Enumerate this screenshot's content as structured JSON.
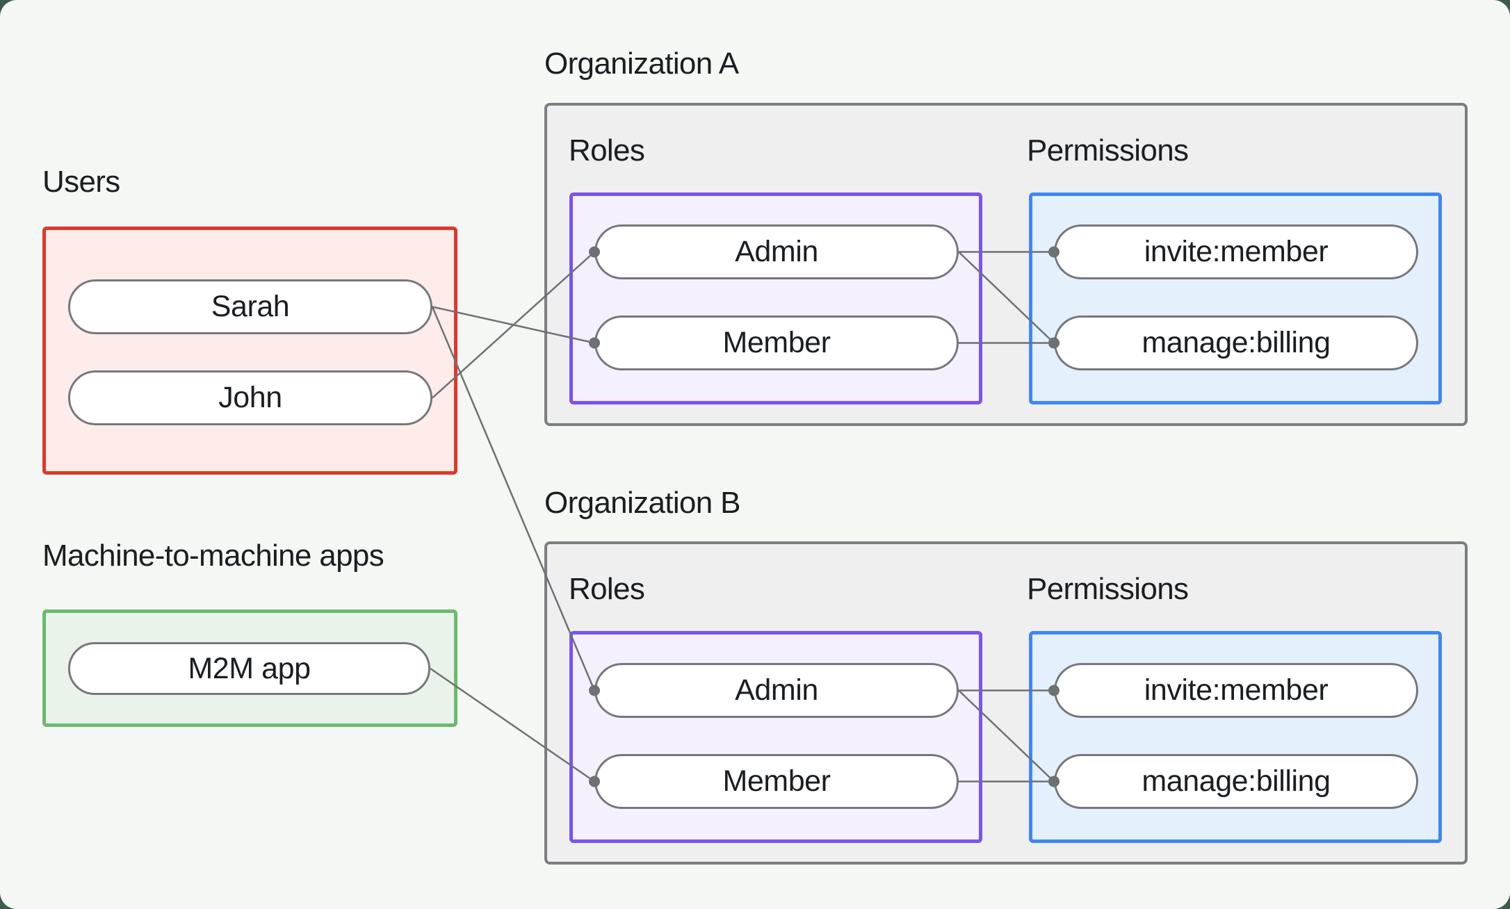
{
  "colors": {
    "frame": "#3e5a4b",
    "page_bg": "#f5f7f4",
    "text": "#1b1e21",
    "org_box_bg": "#efeff0",
    "org_box_border": "#7b7d80",
    "pill_bg": "#ffffff",
    "pill_border": "#75777a",
    "users_border": "#e0372b",
    "users_bg": "#fdecea",
    "m2m_border": "#6cb96f",
    "m2m_bg": "#e9f3e9",
    "roles_border": "#7a52f5",
    "roles_bg": "#f5f0fd",
    "permissions_border": "#3f86f6",
    "permissions_bg": "#e4f0fc",
    "connector": "#6e7174"
  },
  "users_panel": {
    "title": "Users",
    "items": [
      {
        "id": "user-sarah",
        "label": "Sarah"
      },
      {
        "id": "user-john",
        "label": "John"
      }
    ]
  },
  "m2m_panel": {
    "title": "Machine-to-machine apps",
    "items": [
      {
        "id": "m2m-app",
        "label": "M2M app"
      }
    ]
  },
  "organizations": [
    {
      "title": "Organization A",
      "roles_label": "Roles",
      "permissions_label": "Permissions",
      "roles": [
        {
          "id": "org-a-role-admin",
          "label": "Admin"
        },
        {
          "id": "org-a-role-member",
          "label": "Member"
        }
      ],
      "permissions": [
        {
          "id": "org-a-perm-invite",
          "label": "invite:member"
        },
        {
          "id": "org-a-perm-billing",
          "label": "manage:billing"
        }
      ]
    },
    {
      "title": "Organization B",
      "roles_label": "Roles",
      "permissions_label": "Permissions",
      "roles": [
        {
          "id": "org-b-role-admin",
          "label": "Admin"
        },
        {
          "id": "org-b-role-member",
          "label": "Member"
        }
      ],
      "permissions": [
        {
          "id": "org-b-perm-invite",
          "label": "invite:member"
        },
        {
          "id": "org-b-perm-billing",
          "label": "manage:billing"
        }
      ]
    }
  ],
  "edges": [
    {
      "from": "user-sarah",
      "to": "org-a-role-member"
    },
    {
      "from": "user-john",
      "to": "org-a-role-admin"
    },
    {
      "from": "user-sarah",
      "to": "org-b-role-admin"
    },
    {
      "from": "m2m-app",
      "to": "org-b-role-member"
    },
    {
      "from": "org-a-role-admin",
      "to": "org-a-perm-invite"
    },
    {
      "from": "org-a-role-admin",
      "to": "org-a-perm-billing"
    },
    {
      "from": "org-a-role-member",
      "to": "org-a-perm-billing"
    },
    {
      "from": "org-b-role-admin",
      "to": "org-b-perm-invite"
    },
    {
      "from": "org-b-role-admin",
      "to": "org-b-perm-billing"
    },
    {
      "from": "org-b-role-member",
      "to": "org-b-perm-billing"
    }
  ]
}
